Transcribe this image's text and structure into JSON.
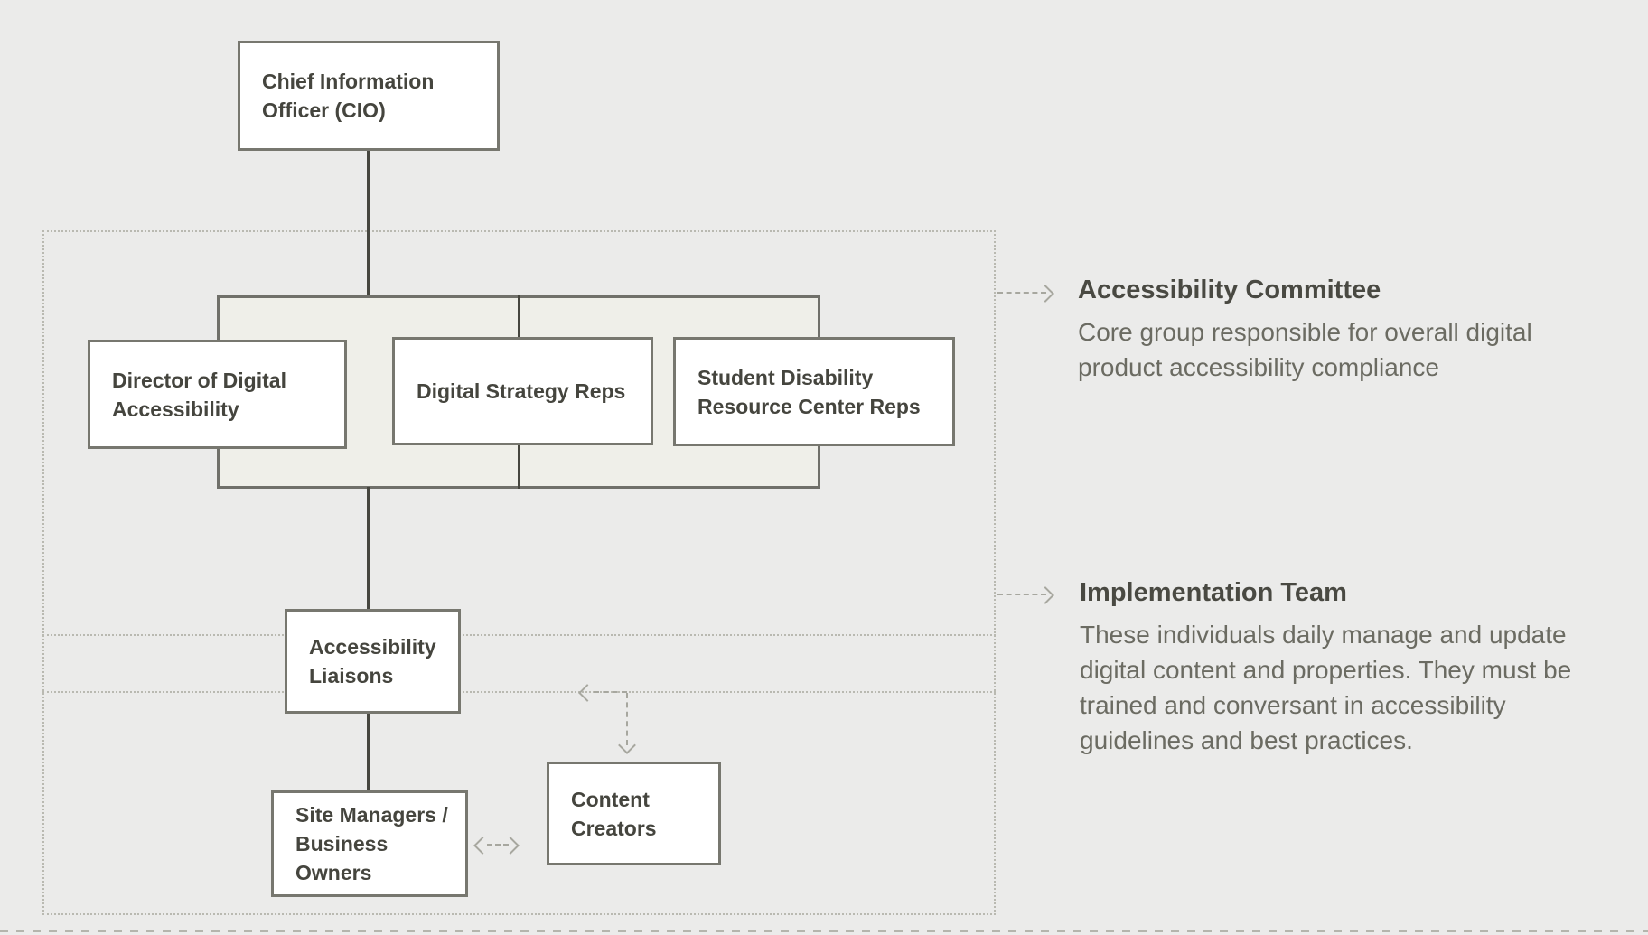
{
  "org": {
    "cio": "Chief Information Officer (CIO)",
    "director": "Director of Digital Accessibility",
    "strategy": "Digital Strategy Reps",
    "sdrc": "Student Disability Resource Center Reps",
    "liaisons": "Accessibility Liaisons",
    "site_managers": "Site Managers / Business Owners",
    "content_creators": "Content Creators"
  },
  "annotations": {
    "committee": {
      "title": "Accessibility Committee",
      "description": "Core group responsible for overall digital product accessibility compliance"
    },
    "implementation": {
      "title": "Implementation Team",
      "description": "These individuals daily manage and update digital content and properties. They must be trained and conversant in accessibility guidelines and best practices."
    }
  },
  "colors": {
    "background": "#ebebea",
    "panel_fill": "#efefe9",
    "panel_border": "#70706a",
    "box_border": "#77776f",
    "box_text": "#45453e",
    "connector": "#46463f",
    "dotted_boundary": "#b9b9b1",
    "dashed_arrow": "#a7a79f",
    "annotation_title": "#494942",
    "annotation_body": "#6b6b62"
  },
  "icons": {
    "arrow_right": "chevron pointing right",
    "arrow_down": "chevron pointing down",
    "arrow_left": "chevron pointing left"
  }
}
